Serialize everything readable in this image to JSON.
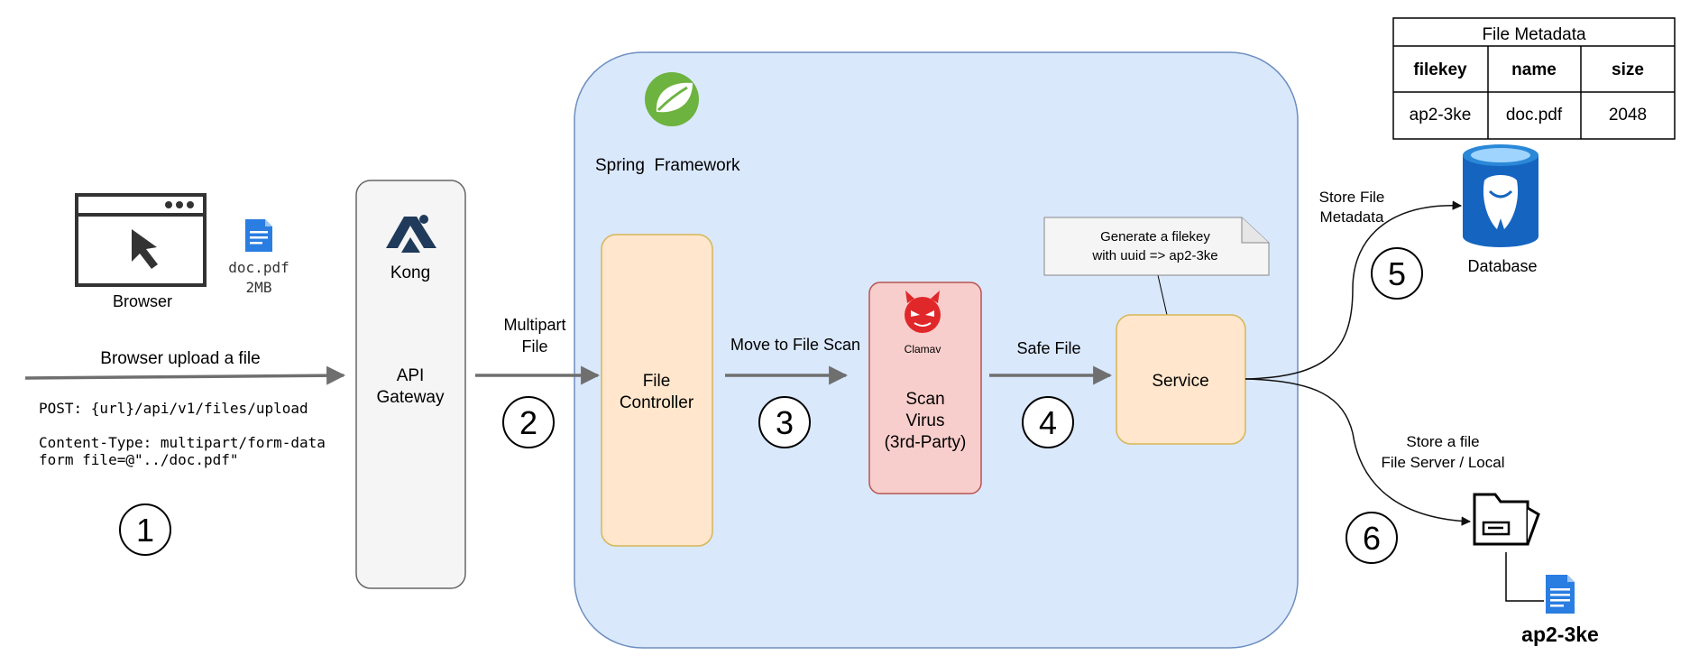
{
  "browser": {
    "label": "Browser"
  },
  "upload_file": {
    "name": "doc.pdf",
    "size": "2MB"
  },
  "step1": {
    "number": "1",
    "arrow_label": "Browser upload a file",
    "request_line": "POST: {url}/api/v1/files/upload",
    "content_type_line": "Content-Type: multipart/form-data",
    "form_line": "form file=@\"../doc.pdf\""
  },
  "gateway": {
    "logo_label": "Kong",
    "title_line1": "API",
    "title_line2": "Gateway"
  },
  "step2": {
    "number": "2",
    "label_line1": "Multipart",
    "label_line2": "File"
  },
  "spring": {
    "label": "Spring  Framework"
  },
  "file_controller": {
    "line1": "File",
    "line2": "Controller"
  },
  "step3": {
    "number": "3",
    "label": "Move to File Scan"
  },
  "scan": {
    "logo_label": "Clamav",
    "line1": "Scan",
    "line2": "Virus",
    "line3": "(3rd-Party)"
  },
  "step4": {
    "number": "4",
    "label": "Safe File"
  },
  "service": {
    "label": "Service"
  },
  "note": {
    "line1": "Generate a filekey",
    "line2": "with uuid => ap2-3ke"
  },
  "step5": {
    "number": "5",
    "label_line1": "Store File",
    "label_line2": "Metadata"
  },
  "database": {
    "label": "Database"
  },
  "metadata_table": {
    "title": "File Metadata",
    "columns": [
      "filekey",
      "name",
      "size"
    ],
    "row": [
      "ap2-3ke",
      "doc.pdf",
      "2048"
    ]
  },
  "step6": {
    "number": "6",
    "label_line1": "Store a file",
    "label_line2": "File Server / Local"
  },
  "stored_file": {
    "name": "ap2-3ke"
  },
  "colors": {
    "spring_bg": "#dae8fc",
    "spring_border": "#6c8ebf",
    "controller_bg": "#ffe6cc",
    "controller_border": "#d6b656",
    "scan_bg": "#f8cecc",
    "scan_border": "#b85450",
    "gateway_bg": "#f5f5f5",
    "gateway_border": "#666666",
    "arrow": "#6f6f6f",
    "spring_green": "#6db33f",
    "postgres_blue": "#1565c0",
    "doc_blue": "#2a7de1"
  }
}
